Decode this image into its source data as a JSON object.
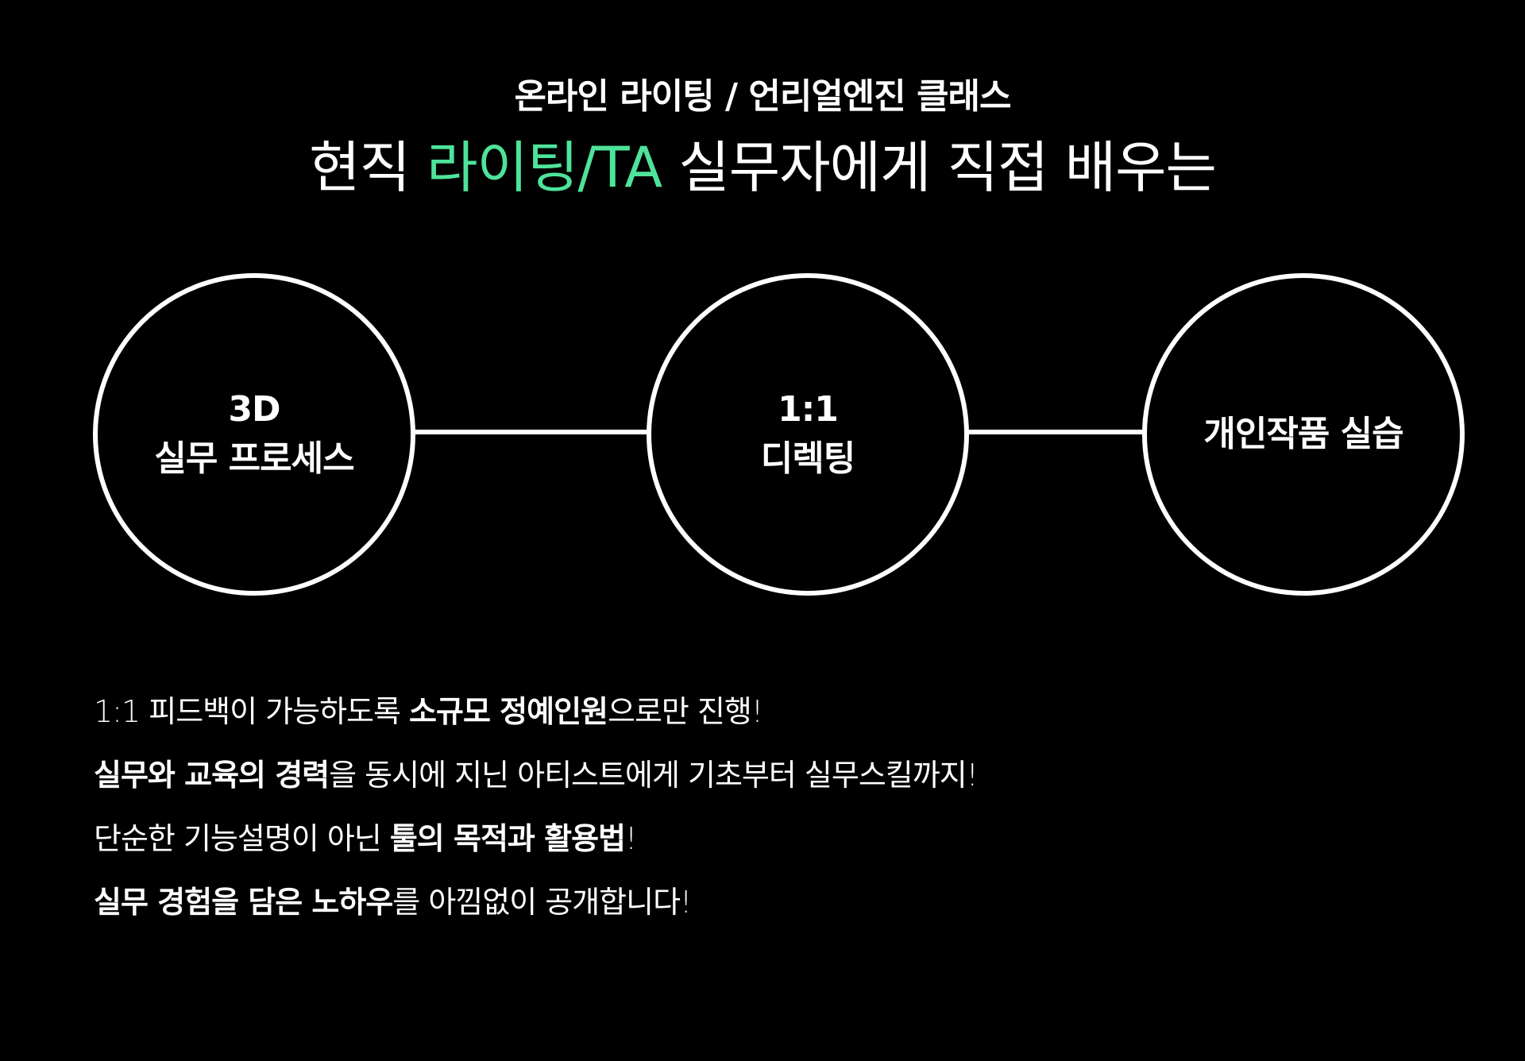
{
  "header": {
    "subtitle": "온라인 라이팅 / 언리얼엔진 클래스",
    "headline_prefix": "현직 ",
    "headline_accent": "라이팅/TA",
    "headline_suffix": " 실무자에게 직접 배우는",
    "accent_color": "#4ee39a"
  },
  "circles": [
    {
      "line1": "3D",
      "line2": "실무 프로세스"
    },
    {
      "line1": "1:1",
      "line2": "디렉팅"
    },
    {
      "line1": "개인작품 실습"
    }
  ],
  "bullets": [
    {
      "a": "1:1 피드백이 가능하도록 ",
      "b": "소규모 정예인원",
      "c": "으로만 진행!"
    },
    {
      "a": "",
      "b": "실무와 교육의 경력",
      "c": "을 동시에 지닌 아티스트에게 기초부터 실무스킬까지!"
    },
    {
      "a": "단순한 기능설명이 아닌 ",
      "b": "툴의 목적과 활용법",
      "c": "!"
    },
    {
      "a": "",
      "b": "실무 경험을 담은 노하우",
      "c": "를 아낌없이 공개합니다!"
    }
  ]
}
